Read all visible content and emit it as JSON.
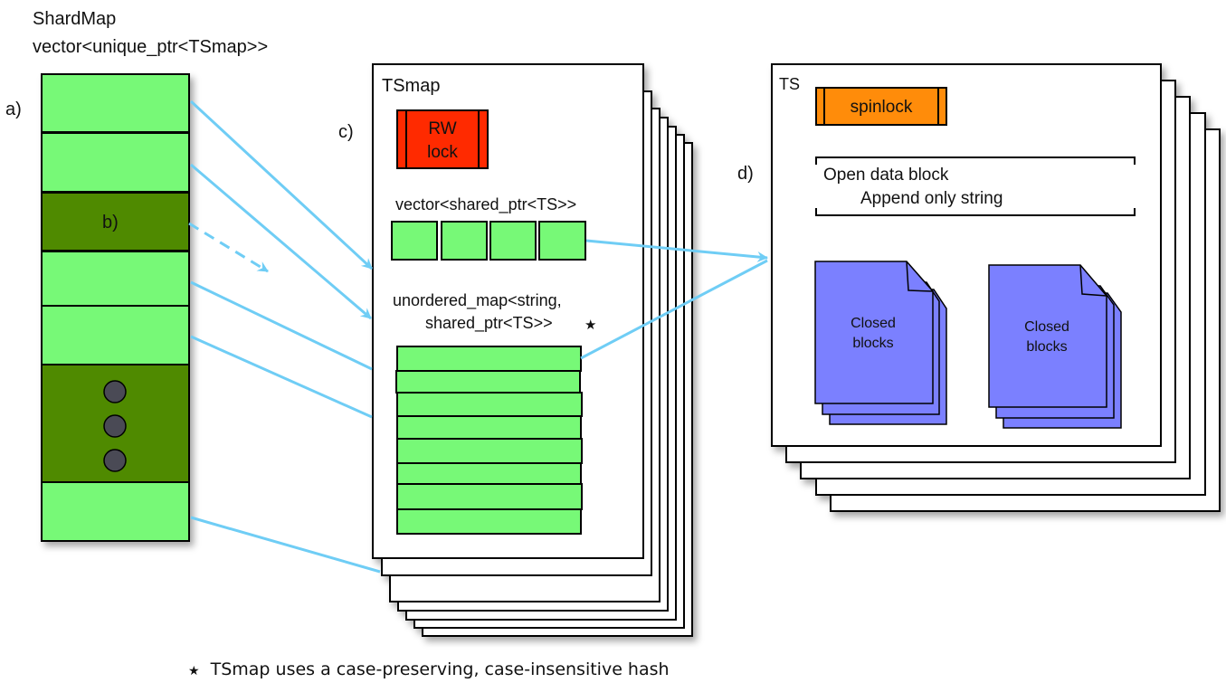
{
  "shardmap": {
    "title": "ShardMap",
    "type": "vector<unique_ptr<TSmap>>",
    "label_a": "a)",
    "label_b": "b)",
    "colors": {
      "slot": "#77f977",
      "slot_active": "#4f8a00",
      "dot": "#4a4a55"
    }
  },
  "tsmap": {
    "title": "TSmap",
    "label_c": "c)",
    "lock_line1": "RW",
    "lock_line2": "lock",
    "vector_label": "vector<shared_ptr<TS>>",
    "map_label_line1": "unordered_map<string,",
    "map_label_line2": "shared_ptr<TS>>",
    "colors": {
      "lock": "#ff2a00",
      "slot": "#77f977"
    }
  },
  "ts": {
    "title": "TS",
    "label_d": "d)",
    "spinlock": "spinlock",
    "open_block_line1": "Open data block",
    "open_block_line2": "Append only string",
    "closed_block_line1": "Closed",
    "closed_block_line2": "blocks",
    "colors": {
      "spinlock": "#ff8c0a",
      "closed_block": "#7b80ff"
    }
  },
  "footnote": {
    "star": "★",
    "text": "TSmap uses a case-preserving, case-insensitive hash"
  },
  "arrow_color": "#6fcdf5"
}
